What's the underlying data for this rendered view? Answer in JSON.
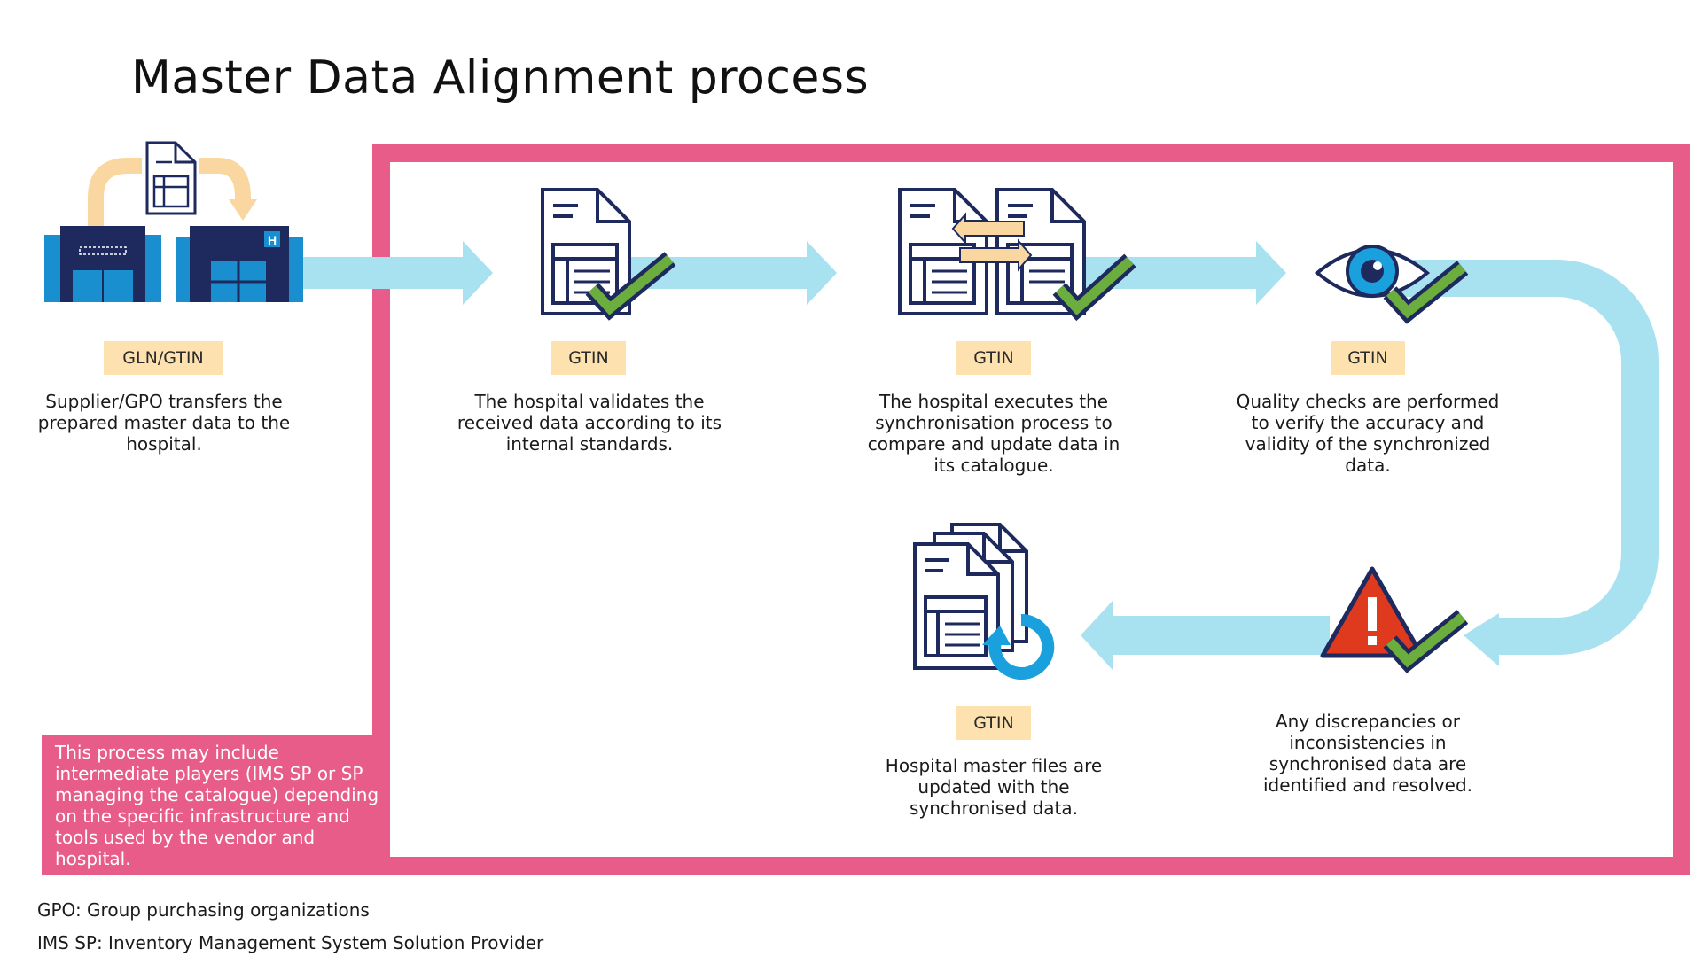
{
  "title": "Master Data Alignment process",
  "colors": {
    "frame": "#e85c8a",
    "arrow": "#a8e1f0",
    "navy": "#1e2a5e",
    "check": "#6cae3e",
    "tag_bg": "#fde2b0",
    "warning": "#e03a1e",
    "building": "#1a8fd0",
    "cycle_arrow": "#1aa0dc"
  },
  "steps": [
    {
      "icon": "supplier-hospital-transfer-icon",
      "tag": "GLN/GTIN",
      "text": "Supplier/GPO transfers the\nprepared master data to the\nhospital."
    },
    {
      "icon": "document-check-icon",
      "tag": "GTIN",
      "text": "The hospital validates the\nreceived data according to its\ninternal standards."
    },
    {
      "icon": "document-sync-check-icon",
      "tag": "GTIN",
      "text": "The hospital executes the\nsynchronisation process to\ncompare and update data in\nits catalogue."
    },
    {
      "icon": "eye-check-icon",
      "tag": "GTIN",
      "text": "Quality checks are performed\nto verify the accuracy and\nvalidity of the synchronized\ndata."
    },
    {
      "icon": "warning-check-icon",
      "tag": "",
      "text": "Any discrepancies or\ninconsistencies in\nsynchronised data are\nidentified and resolved."
    },
    {
      "icon": "documents-refresh-icon",
      "tag": "GTIN",
      "text": "Hospital master files are\nupdated with the\nsynchronised data."
    }
  ],
  "note": "This process may include intermediate players (IMS SP or SP managing the catalogue) depending on the specific infrastructure and tools used by the vendor and hospital.",
  "footnotes": {
    "gpo": "GPO: Group purchasing organizations",
    "ims": "IMS SP: Inventory Management System Solution Provider"
  }
}
